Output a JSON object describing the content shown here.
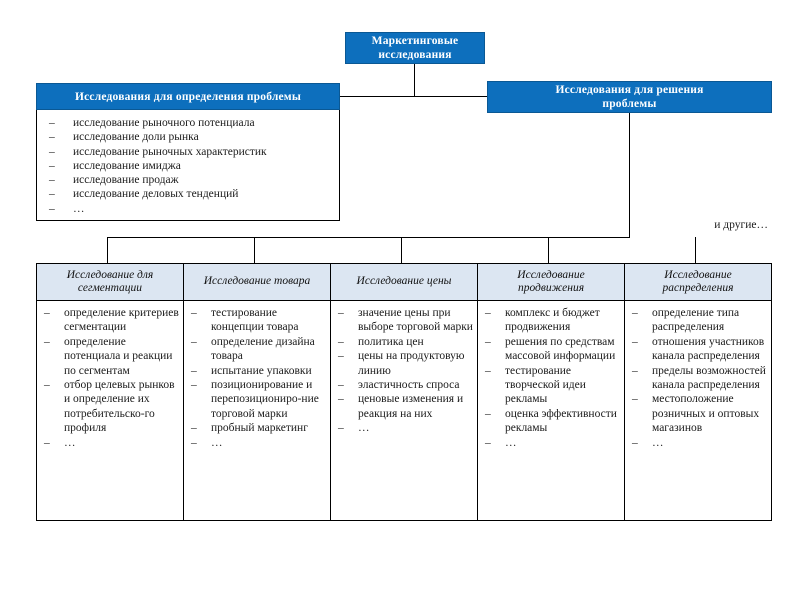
{
  "colors": {
    "header_blue": "#0d6fbd",
    "header_text": "#ffffff",
    "table_head_bg": "#dce6f2",
    "line": "#000000",
    "body_text": "#1a1a1a"
  },
  "root": {
    "line1": "Маркетинговые",
    "line2": "исследования"
  },
  "branch_left": {
    "title": "Исследования для определения проблемы",
    "items": [
      "исследование рыночного потенциала",
      "исследование доли рынка",
      "исследование рыночных характеристик",
      "исследование имиджа",
      "исследование продаж",
      "исследование деловых тенденций",
      "…"
    ],
    "bullet": "–"
  },
  "branch_right": {
    "title_line1": "Исследования для решения",
    "title_line2": "проблемы",
    "note": "и другие…"
  },
  "columns": [
    {
      "header_line1": "Исследование для",
      "header_line2": "сегментации",
      "items": [
        "определение критериев сегментации",
        "определение потенциала и реакции по сегментам",
        "отбор целевых рынков и определение их потребительско-го профиля",
        "…"
      ]
    },
    {
      "header_line1": "Исследование товара",
      "header_line2": "",
      "items": [
        "тестирование концепции товара",
        "определение дизайна товара",
        "испытание упаковки",
        "позиционирование и перепозициониро-ние торговой марки",
        "пробный маркетинг",
        "…"
      ]
    },
    {
      "header_line1": "Исследование цены",
      "header_line2": "",
      "items": [
        "значение цены при выборе торговой марки",
        "политика цен",
        "цены на продуктовую линию",
        "эластичность спроса",
        "ценовые изменения и реакция на них",
        "…"
      ]
    },
    {
      "header_line1": "Исследование",
      "header_line2": "продвижения",
      "items": [
        "комплекс и бюджет продвижения",
        "решения по средствам массовой информации",
        "тестирование творческой идеи рекламы",
        "оценка эффективности рекламы",
        "…"
      ]
    },
    {
      "header_line1": "Исследование",
      "header_line2": "распределения",
      "items": [
        "определение типа распределения",
        "отношения участников канала распределения",
        "пределы возможностей канала распределения",
        "местоположение розничных и оптовых магазинов",
        "…"
      ]
    }
  ]
}
